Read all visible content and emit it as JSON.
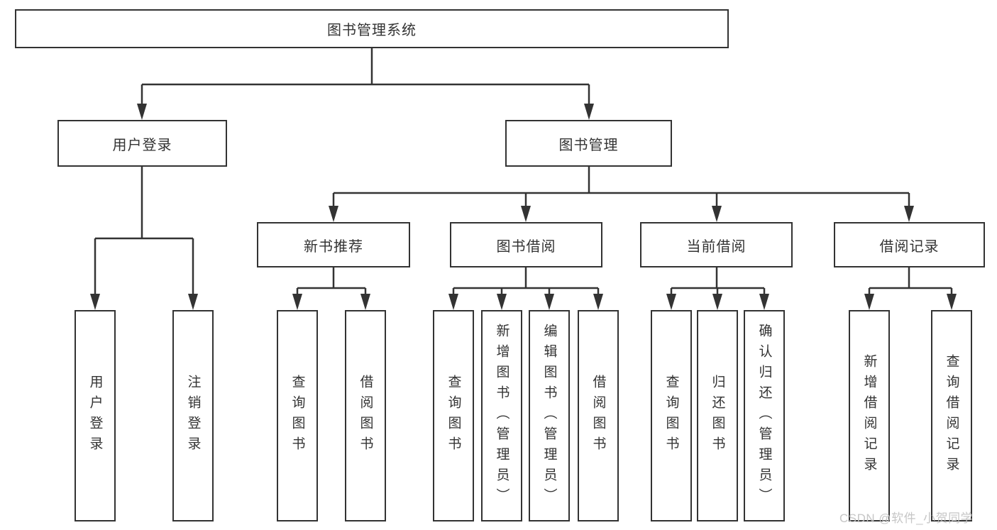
{
  "diagram": {
    "title": "图书管理系统",
    "branches": [
      {
        "label": "用户登录",
        "leaves": [
          "用户登录",
          "注销登录"
        ]
      },
      {
        "label": "图书管理",
        "children": [
          {
            "label": "新书推荐",
            "leaves": [
              "查询图书",
              "借阅图书"
            ]
          },
          {
            "label": "图书借阅",
            "leaves": [
              "查询图书",
              "新增图书（管理员）",
              "编辑图书（管理员）",
              "借阅图书"
            ]
          },
          {
            "label": "当前借阅",
            "leaves": [
              "查询图书",
              "归还图书",
              "确认归还（管理员）"
            ]
          },
          {
            "label": "借阅记录",
            "leaves": [
              "新增借阅记录",
              "查询借阅记录"
            ]
          }
        ]
      }
    ]
  },
  "watermark": "CSDN @软件_小贺同学",
  "colors": {
    "line": "#333333",
    "box_border": "#333333",
    "box_fill": "#ffffff",
    "text": "#333333",
    "watermark": "#c3c3c3",
    "background": "#ffffff"
  }
}
